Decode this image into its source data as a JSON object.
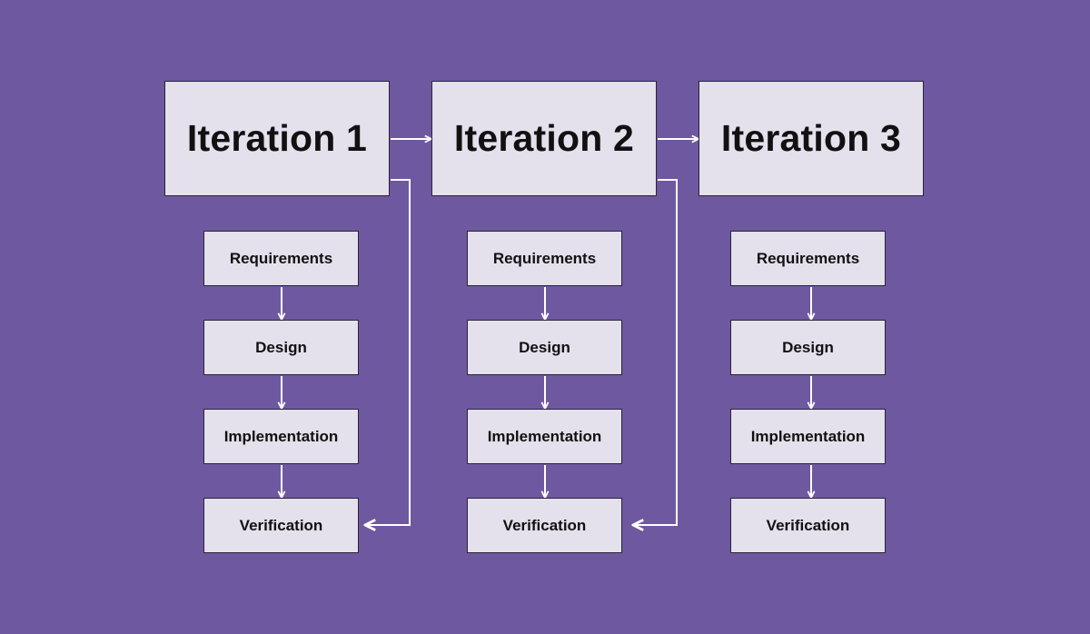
{
  "colors": {
    "background": "#6e58a0",
    "box_fill": "#e4e0ec",
    "box_border": "#2a2438",
    "text": "#111111",
    "arrow": "#ffffff"
  },
  "iterations": [
    {
      "title": "Iteration 1",
      "steps": [
        "Requirements",
        "Design",
        "Implementation",
        "Verification"
      ]
    },
    {
      "title": "Iteration 2",
      "steps": [
        "Requirements",
        "Design",
        "Implementation",
        "Verification"
      ]
    },
    {
      "title": "Iteration 3",
      "steps": [
        "Requirements",
        "Design",
        "Implementation",
        "Verification"
      ]
    }
  ]
}
